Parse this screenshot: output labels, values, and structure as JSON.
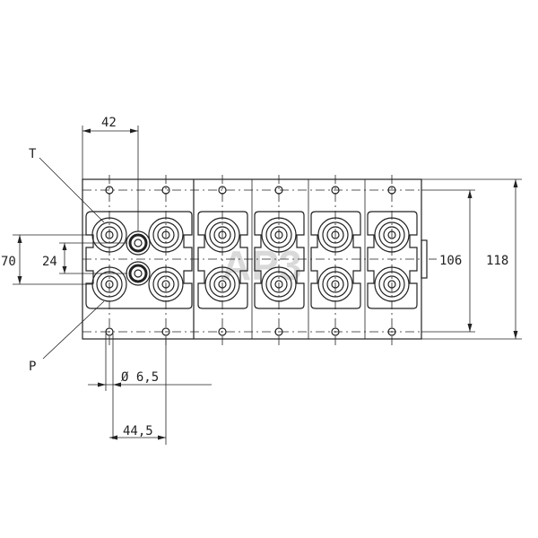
{
  "dimensions": {
    "top_width": "42",
    "inner_height": "24",
    "outer_height_left": "70",
    "height_106": "106",
    "height_118": "118",
    "hole_diameter": "Ø 6,5",
    "bottom_width": "44,5"
  },
  "ports": {
    "tank": "T",
    "pressure": "P"
  },
  "watermark": "AP3",
  "colors": {
    "line": "#222222",
    "watermark": "#d9d9d9",
    "background": "#ffffff"
  }
}
